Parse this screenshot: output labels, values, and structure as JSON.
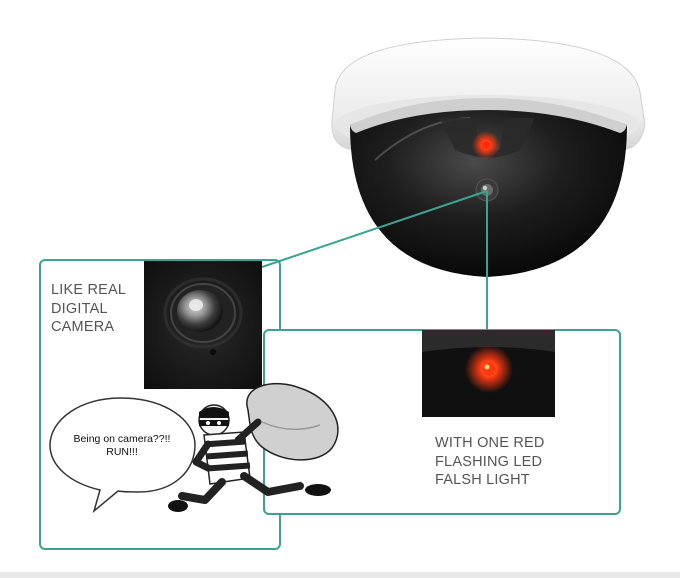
{
  "callouts": {
    "camera_lens": {
      "lines": [
        "LIKE REAL",
        "DIGITAL",
        "CAMERA"
      ]
    },
    "red_led": {
      "lines": [
        "WITH ONE RED",
        "FLASHING LED",
        "FALSH LIGHT"
      ]
    }
  },
  "speech_bubble": {
    "lines": [
      "Being on camera??!!",
      "RUN!!!"
    ]
  },
  "colors": {
    "frame_border": "#3aa491",
    "connector_line": "#3aa491",
    "led_red": "#ff2a10",
    "dome_shell": "#f2f2f2",
    "dome_lens": "#111111"
  },
  "illustrations": [
    "dome-camera-image",
    "lens-closeup-image",
    "led-closeup-image",
    "burglar-cartoon-image"
  ]
}
